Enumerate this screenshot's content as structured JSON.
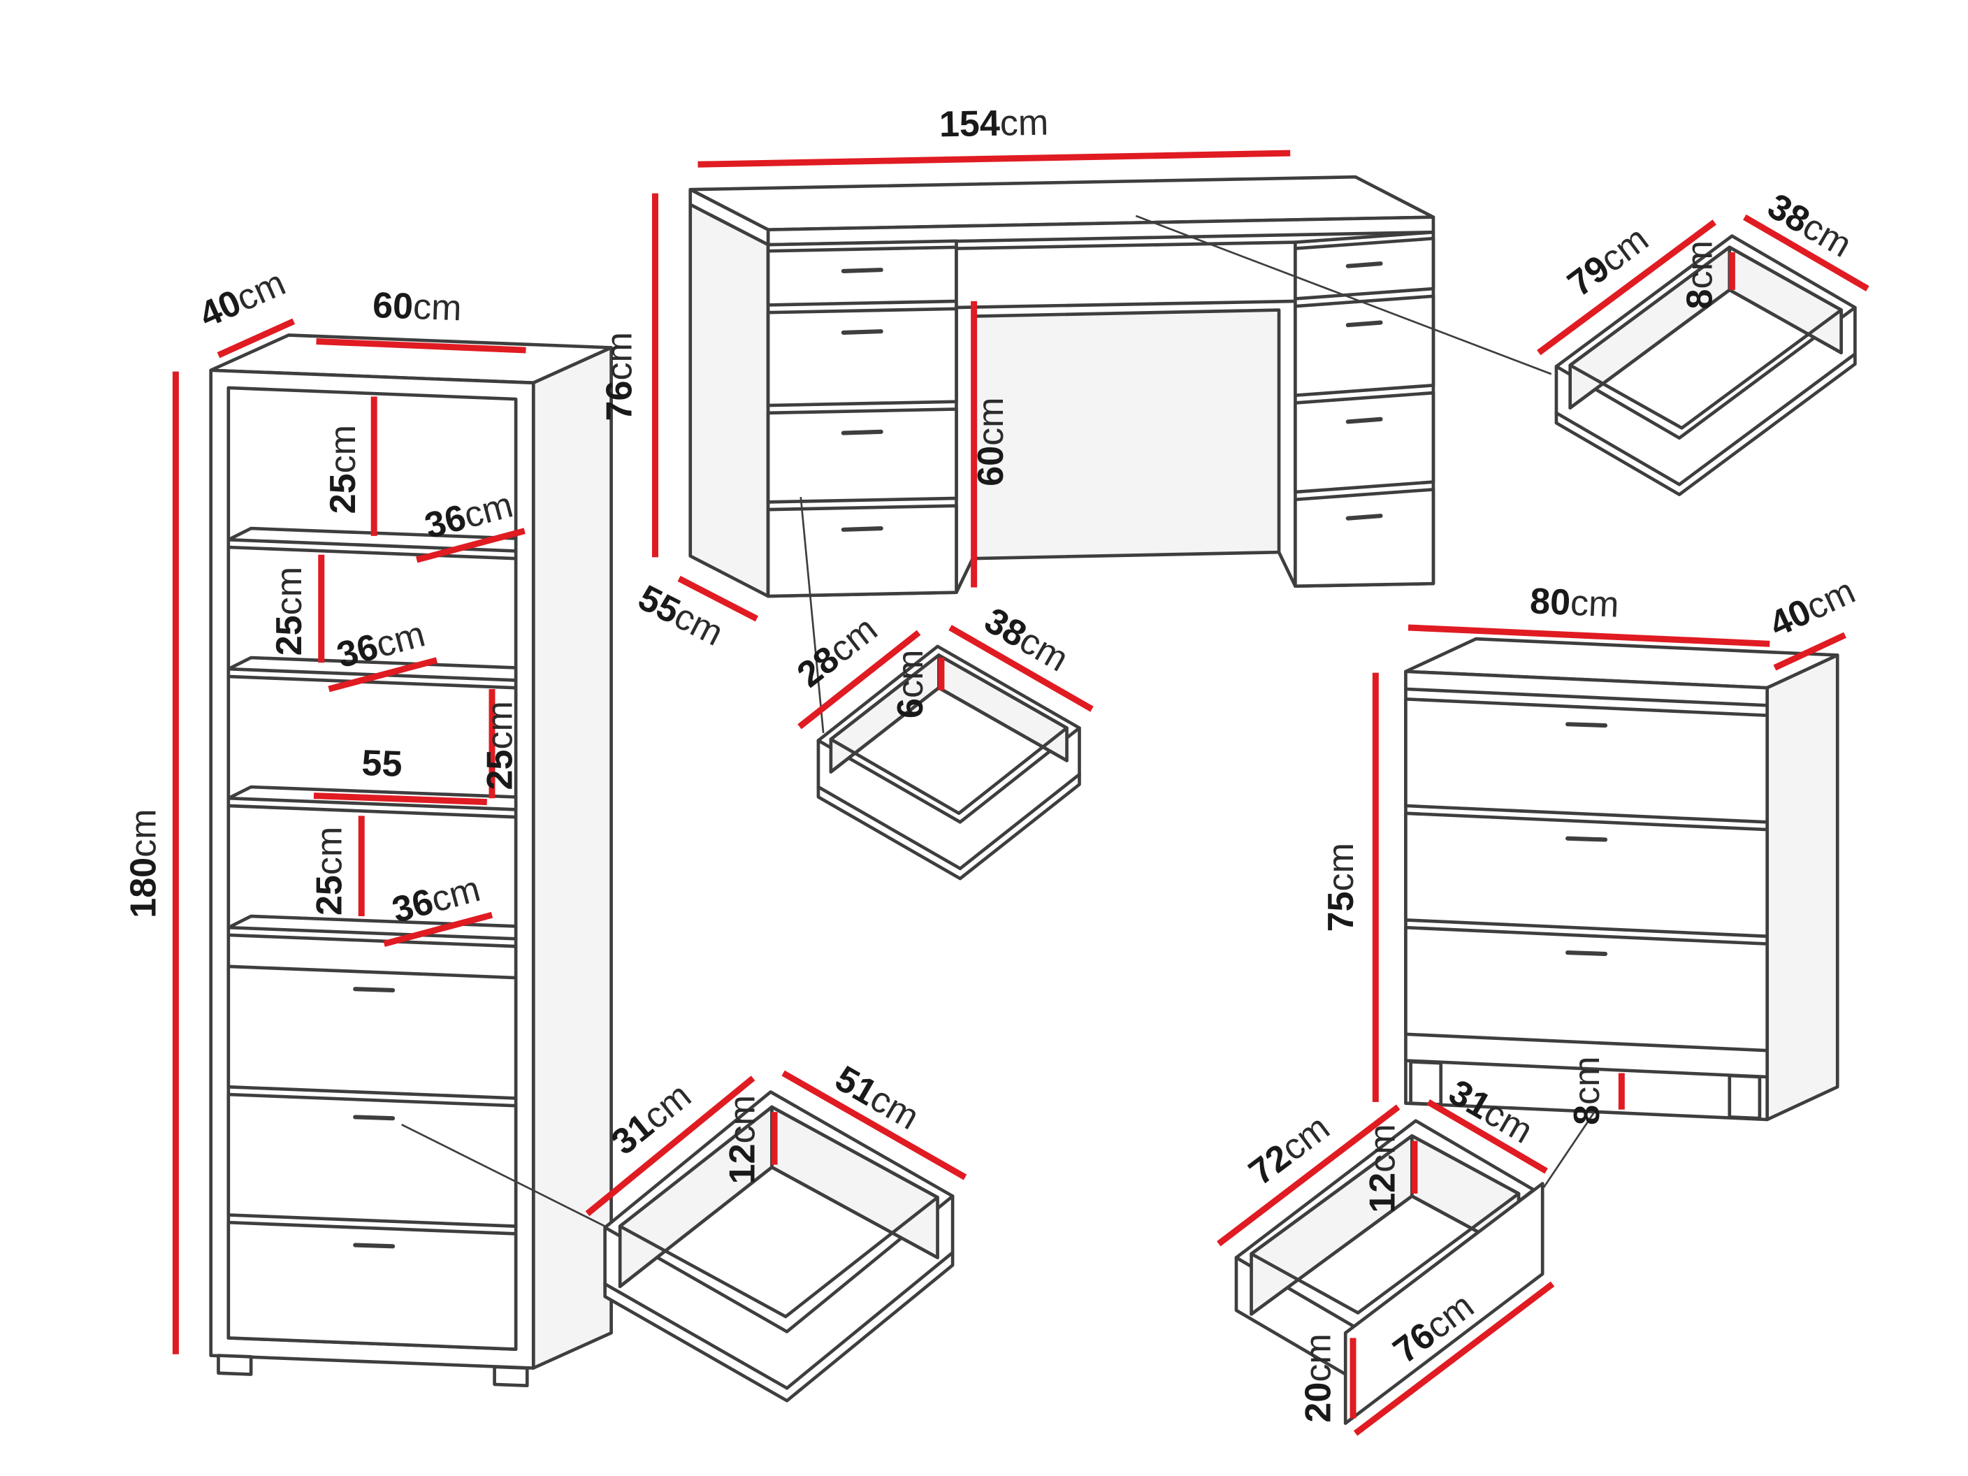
{
  "diagram_title": "furniture-dimension-diagram",
  "colors": {
    "dimension_line": "#e01b22",
    "outline": "#3e3e3e",
    "text": "#191919",
    "background": "#ffffff"
  },
  "pieces": {
    "cabinet": {
      "height": {
        "num": "180",
        "unit": "cm"
      },
      "depth": {
        "num": "40",
        "unit": "cm"
      },
      "width": {
        "num": "60",
        "unit": "cm"
      },
      "gap1": {
        "num": "25",
        "unit": "cm"
      },
      "gap2": {
        "num": "25",
        "unit": "cm"
      },
      "gap3": {
        "num": "25",
        "unit": "cm"
      },
      "gap4": {
        "num": "25",
        "unit": "cm"
      },
      "shelf_depth1": {
        "num": "36",
        "unit": "cm"
      },
      "shelf_depth2": {
        "num": "36",
        "unit": "cm"
      },
      "shelf_depth3": {
        "num": "36",
        "unit": "cm"
      },
      "shelf_width": {
        "num": "55",
        "unit": "cm"
      }
    },
    "desk": {
      "width": {
        "num": "154",
        "unit": "cm"
      },
      "height": {
        "num": "76",
        "unit": "cm"
      },
      "depth": {
        "num": "55",
        "unit": "cm"
      },
      "knee_height": {
        "num": "60",
        "unit": "cm"
      }
    },
    "desk_drawer": {
      "depth": {
        "num": "28",
        "unit": "cm"
      },
      "width": {
        "num": "38",
        "unit": "cm"
      },
      "inner_height": {
        "num": "6",
        "unit": "cm"
      }
    },
    "wide_drawer": {
      "width": {
        "num": "79",
        "unit": "cm"
      },
      "depth": {
        "num": "38",
        "unit": "cm"
      },
      "inner_height": {
        "num": "8",
        "unit": "cm"
      }
    },
    "chest": {
      "width": {
        "num": "80",
        "unit": "cm"
      },
      "depth": {
        "num": "40",
        "unit": "cm"
      },
      "height": {
        "num": "75",
        "unit": "cm"
      },
      "base_gap": {
        "num": "8",
        "unit": "cm"
      }
    },
    "cabinet_drawer": {
      "depth": {
        "num": "31",
        "unit": "cm"
      },
      "width": {
        "num": "51",
        "unit": "cm"
      },
      "inner_height": {
        "num": "12",
        "unit": "cm"
      }
    },
    "chest_drawer": {
      "width": {
        "num": "72",
        "unit": "cm"
      },
      "depth": {
        "num": "31",
        "unit": "cm"
      },
      "inner_height": {
        "num": "12",
        "unit": "cm"
      },
      "front_height": {
        "num": "20",
        "unit": "cm"
      },
      "front_width": {
        "num": "76",
        "unit": "cm"
      }
    }
  }
}
